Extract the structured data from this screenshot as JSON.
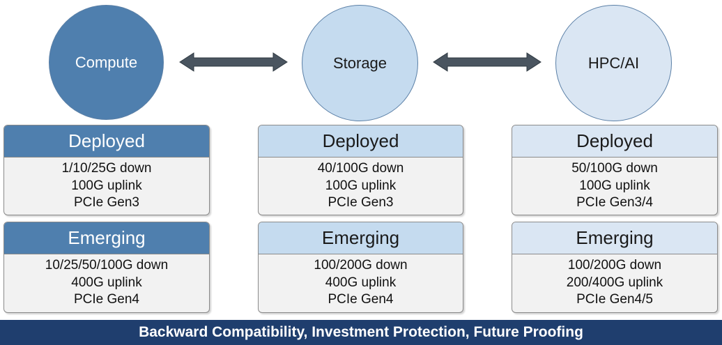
{
  "columns": [
    {
      "circle": "Compute",
      "deployed": {
        "title": "Deployed",
        "lines": [
          "1/10/25G down",
          "100G uplink",
          "PCIe Gen3"
        ]
      },
      "emerging": {
        "title": "Emerging",
        "lines": [
          "10/25/50/100G down",
          "400G uplink",
          "PCIe Gen4"
        ]
      }
    },
    {
      "circle": "Storage",
      "deployed": {
        "title": "Deployed",
        "lines": [
          "40/100G down",
          "100G uplink",
          "PCIe Gen3"
        ]
      },
      "emerging": {
        "title": "Emerging",
        "lines": [
          "100/200G down",
          "400G uplink",
          "PCIe Gen4"
        ]
      }
    },
    {
      "circle": "HPC/AI",
      "deployed": {
        "title": "Deployed",
        "lines": [
          "50/100G down",
          "100G uplink",
          "PCIe Gen3/4"
        ]
      },
      "emerging": {
        "title": "Emerging",
        "lines": [
          "100/200G down",
          "200/400G uplink",
          "PCIe Gen4/5"
        ]
      }
    }
  ],
  "footer": "Backward Compatibility, Investment Protection, Future Proofing",
  "colors": {
    "compute": "#4f7fae",
    "storage": "#c5dbef",
    "hpc": "#dae6f3",
    "arrow": "#4a5560",
    "footer": "#1f3e6e"
  }
}
